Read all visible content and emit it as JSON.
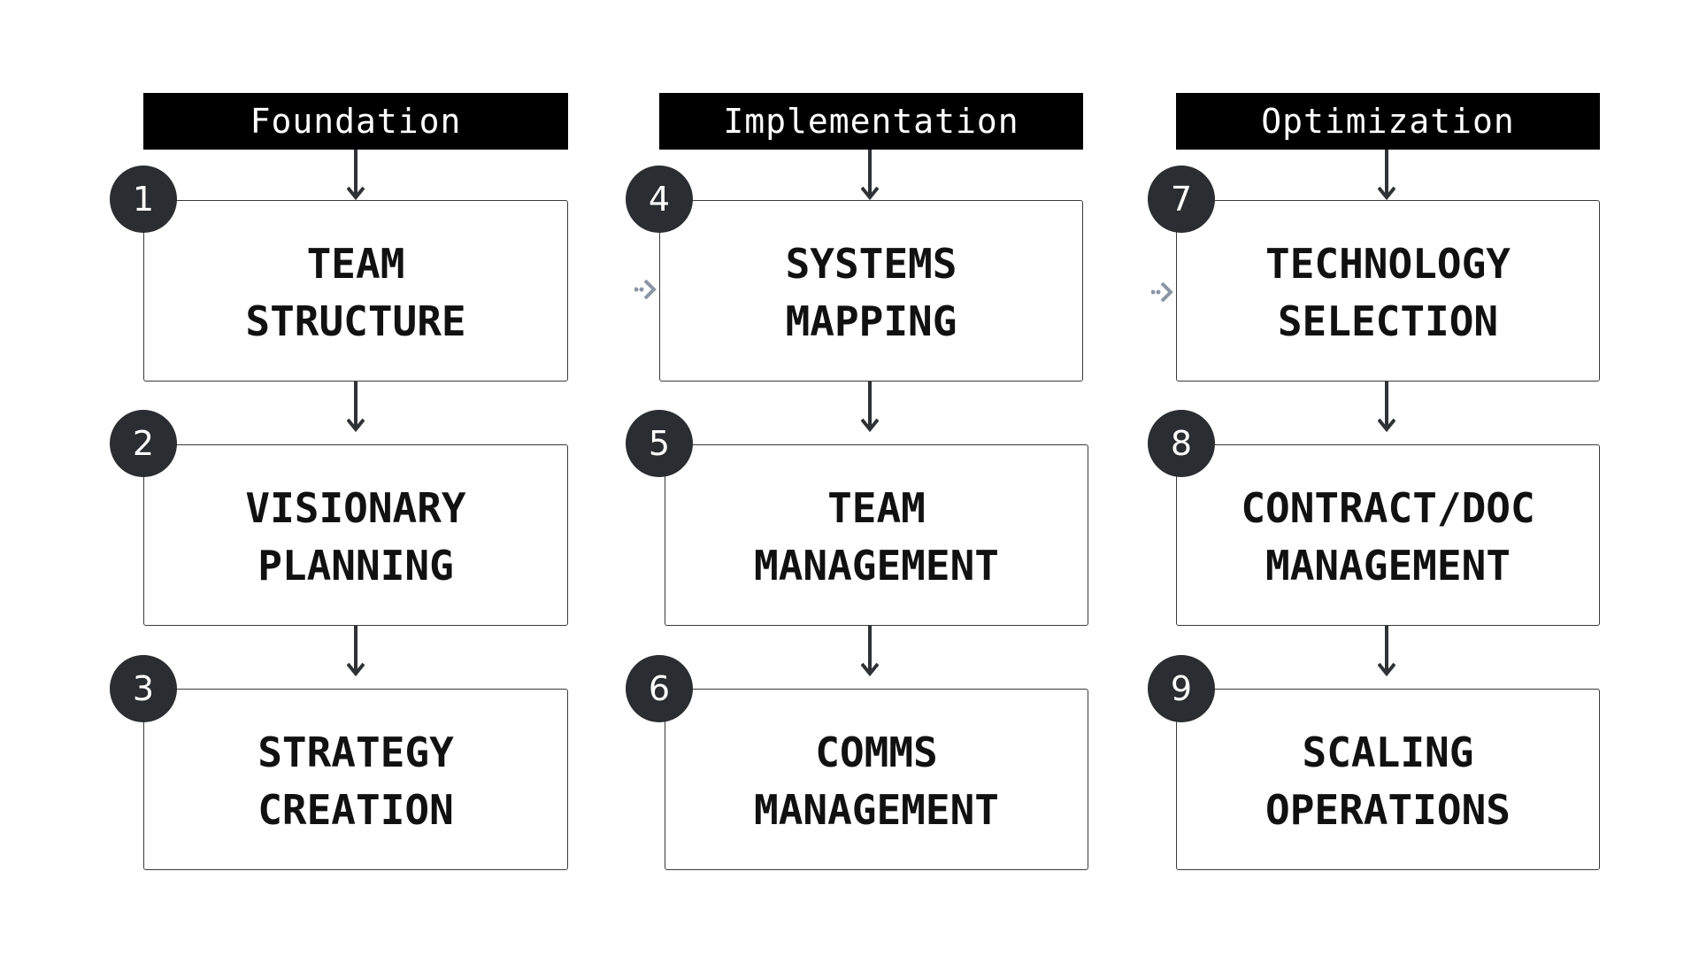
{
  "columns": [
    {
      "header": "Foundation",
      "steps": [
        {
          "number": "1",
          "label": "TEAM\nSTRUCTURE"
        },
        {
          "number": "2",
          "label": "VISIONARY\nPLANNING"
        },
        {
          "number": "3",
          "label": "STRATEGY\nCREATION"
        }
      ]
    },
    {
      "header": "Implementation",
      "steps": [
        {
          "number": "4",
          "label": "SYSTEMS\nMAPPING"
        },
        {
          "number": "5",
          "label": "TEAM\nMANAGEMENT"
        },
        {
          "number": "6",
          "label": "COMMS\nMANAGEMENT"
        }
      ]
    },
    {
      "header": "Optimization",
      "steps": [
        {
          "number": "7",
          "label": "TECHNOLOGY\nSELECTION"
        },
        {
          "number": "8",
          "label": "CONTRACT/DOC\nMANAGEMENT"
        },
        {
          "number": "9",
          "label": "SCALING\nOPERATIONS"
        }
      ]
    }
  ],
  "colors": {
    "header_bg": "#000000",
    "header_text": "#ffffff",
    "badge_bg": "#2a2d31",
    "box_border": "#3a3a3a",
    "arrow": "#2f3236",
    "side_arrow": "#8a96a6"
  }
}
